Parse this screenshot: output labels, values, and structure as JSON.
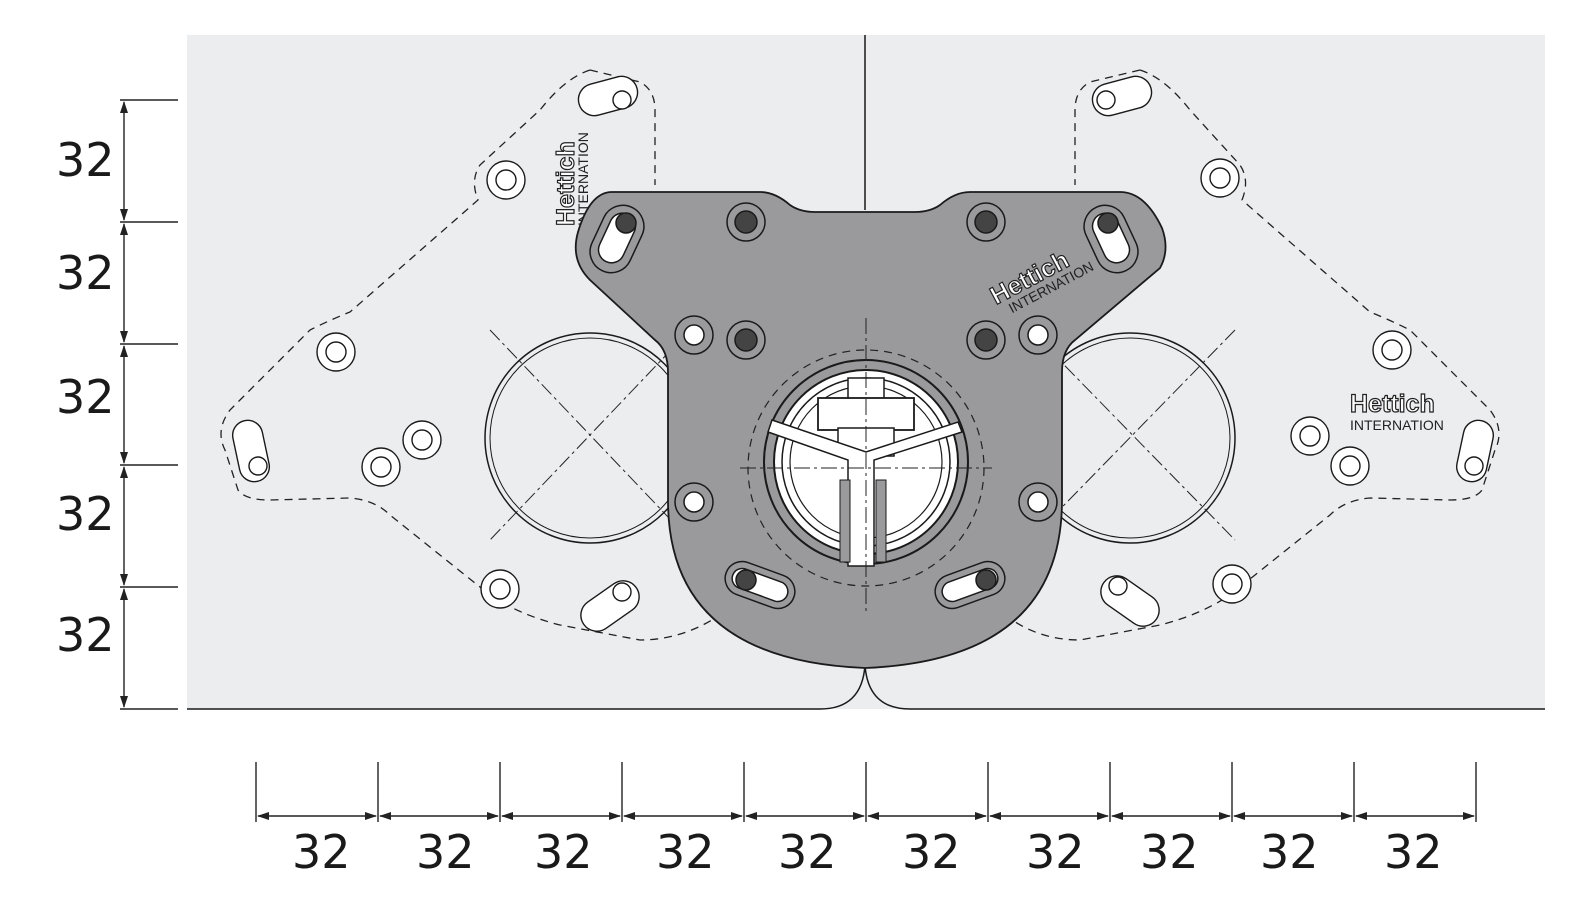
{
  "colors": {
    "panel": "#ecedef",
    "plate": "#9a9a9c",
    "line": "#1a1a1a",
    "dim_line": "#222222",
    "hole_dark": "#444444"
  },
  "vertical_dims": [
    "32",
    "32",
    "32",
    "32",
    "32"
  ],
  "horizontal_dims": [
    "32",
    "32",
    "32",
    "32",
    "32",
    "32",
    "32",
    "32",
    "32",
    "32"
  ],
  "logos": [
    {
      "name": "Hettich",
      "sub": "INTERNATION"
    },
    {
      "name": "Hettich",
      "sub": "INTERNATION"
    },
    {
      "name": "Hettich",
      "sub": "INTERNATION"
    }
  ]
}
